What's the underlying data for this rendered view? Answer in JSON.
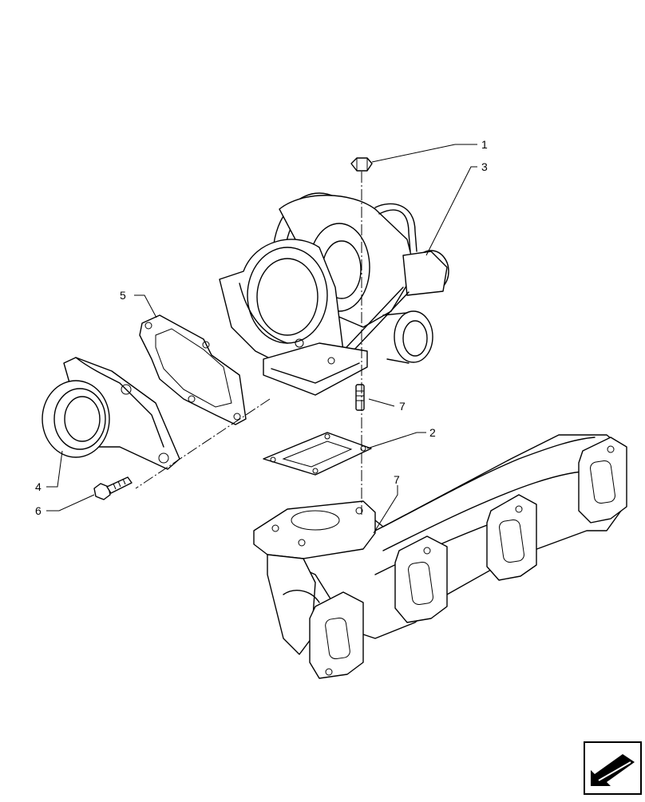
{
  "callouts": [
    {
      "id": "c1",
      "label": "1"
    },
    {
      "id": "c2",
      "label": "2"
    },
    {
      "id": "c3",
      "label": "3"
    },
    {
      "id": "c4",
      "label": "4"
    },
    {
      "id": "c5",
      "label": "5"
    },
    {
      "id": "c6",
      "label": "6"
    },
    {
      "id": "c7a",
      "label": "7"
    },
    {
      "id": "c7b",
      "label": "7"
    }
  ],
  "nav_icon": {
    "name": "next-page-arrow-icon"
  }
}
